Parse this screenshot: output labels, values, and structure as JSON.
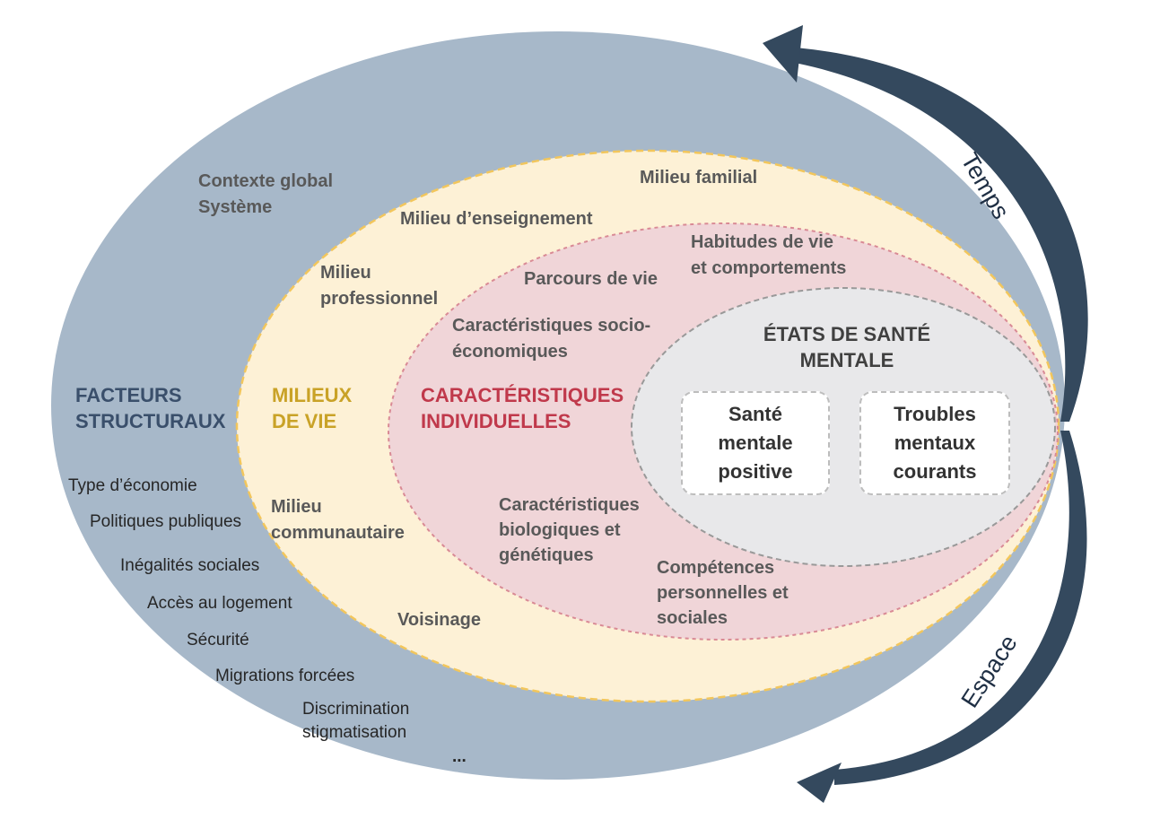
{
  "levels": {
    "structural": {
      "title_line1": "FACTEURS",
      "title_line2": "STRUCTURAUX",
      "context_line1": "Contexte global",
      "context_line2": "Système",
      "items": [
        "Type d’économie",
        "Politiques publiques",
        "Inégalités sociales",
        "Accès au logement",
        "Sécurité",
        "Migrations forcées",
        "Discrimination",
        "stigmatisation",
        "..."
      ],
      "color": "#a7b8c9"
    },
    "living": {
      "title_line1": "MILIEUX",
      "title_line2": "DE VIE",
      "items": {
        "familial": "Milieu familial",
        "enseignement": "Milieu d’enseignement",
        "professionnel_line1": "Milieu",
        "professionnel_line2": "professionnel",
        "communautaire_line1": "Milieu",
        "communautaire_line2": "communautaire",
        "voisinage": "Voisinage"
      },
      "color": "#fdf1d6"
    },
    "individual": {
      "title_line1": "CARACTÉRISTIQUES",
      "title_line2": "INDIVIDUELLES",
      "items": {
        "habitudes_line1": "Habitudes de vie",
        "habitudes_line2": "et comportements",
        "parcours": "Parcours de vie",
        "socio_line1": "Caractéristiques socio-",
        "socio_line2": "économiques",
        "bio_line1": "Caractéristiques",
        "bio_line2": "biologiques et",
        "bio_line3": "génétiques",
        "competences_line1": "Compétences",
        "competences_line2": "personnelles et",
        "competences_line3": "sociales"
      },
      "color": "#f0d5d8"
    },
    "states": {
      "title_line1": "ÉTATS DE SANTÉ",
      "title_line2": "MENTALE",
      "positive": "Santé\nmentale\npositive",
      "troubles": "Troubles\nmentaux\ncourants",
      "color": "#e8e8ea"
    }
  },
  "axes": {
    "time": "Temps",
    "space": "Espace",
    "arrow_color": "#34495e"
  }
}
